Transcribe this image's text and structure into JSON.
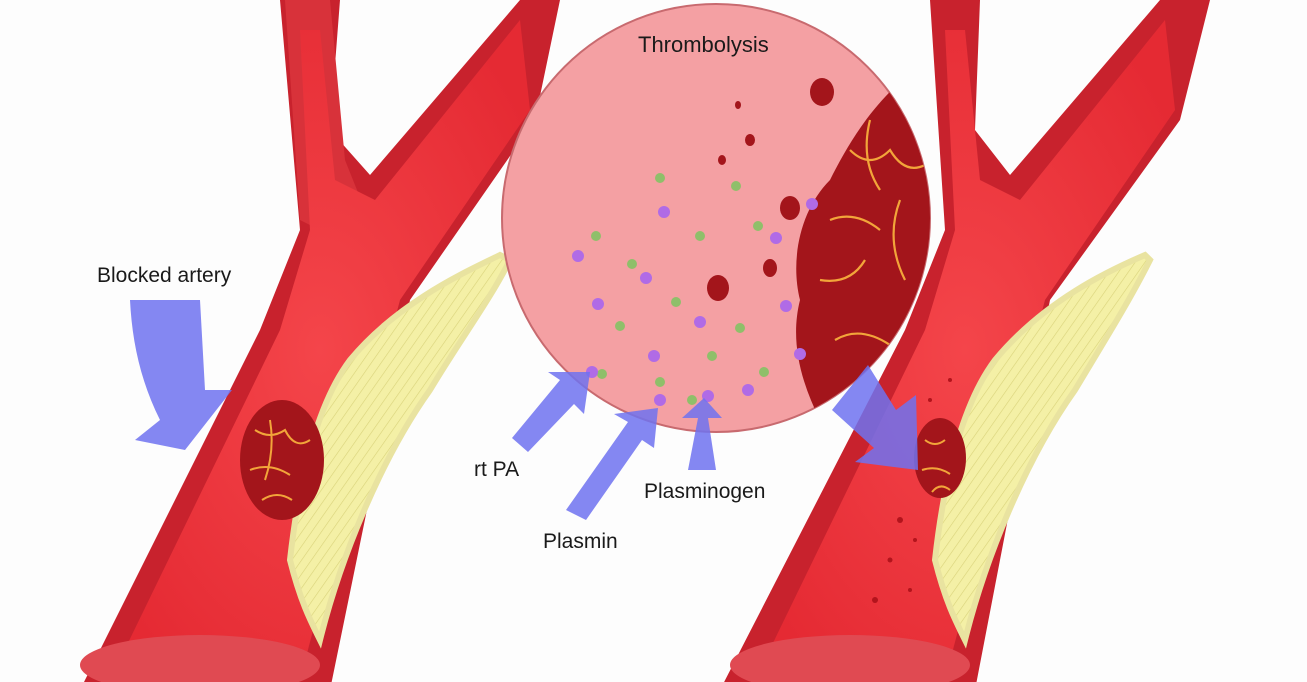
{
  "labels": {
    "title": "Thrombolysis",
    "blocked_artery": "Blocked artery",
    "rt_pa": "rt PA",
    "plasminogen": "Plasminogen",
    "plasmin": "Plasmin"
  },
  "colors": {
    "artery_wall": "#d8323a",
    "artery_lumen": "#f0393f",
    "artery_rim": "#b21d27",
    "plaque": "#f4f0a6",
    "clot": "#a3151b",
    "clot_fibers": "#f2a53a",
    "magnifier": "#f4a0a3",
    "arrow": "#6f72f0",
    "plasmin_dot": "#b06be6",
    "plasminogen_dot": "#8fbf6a"
  }
}
